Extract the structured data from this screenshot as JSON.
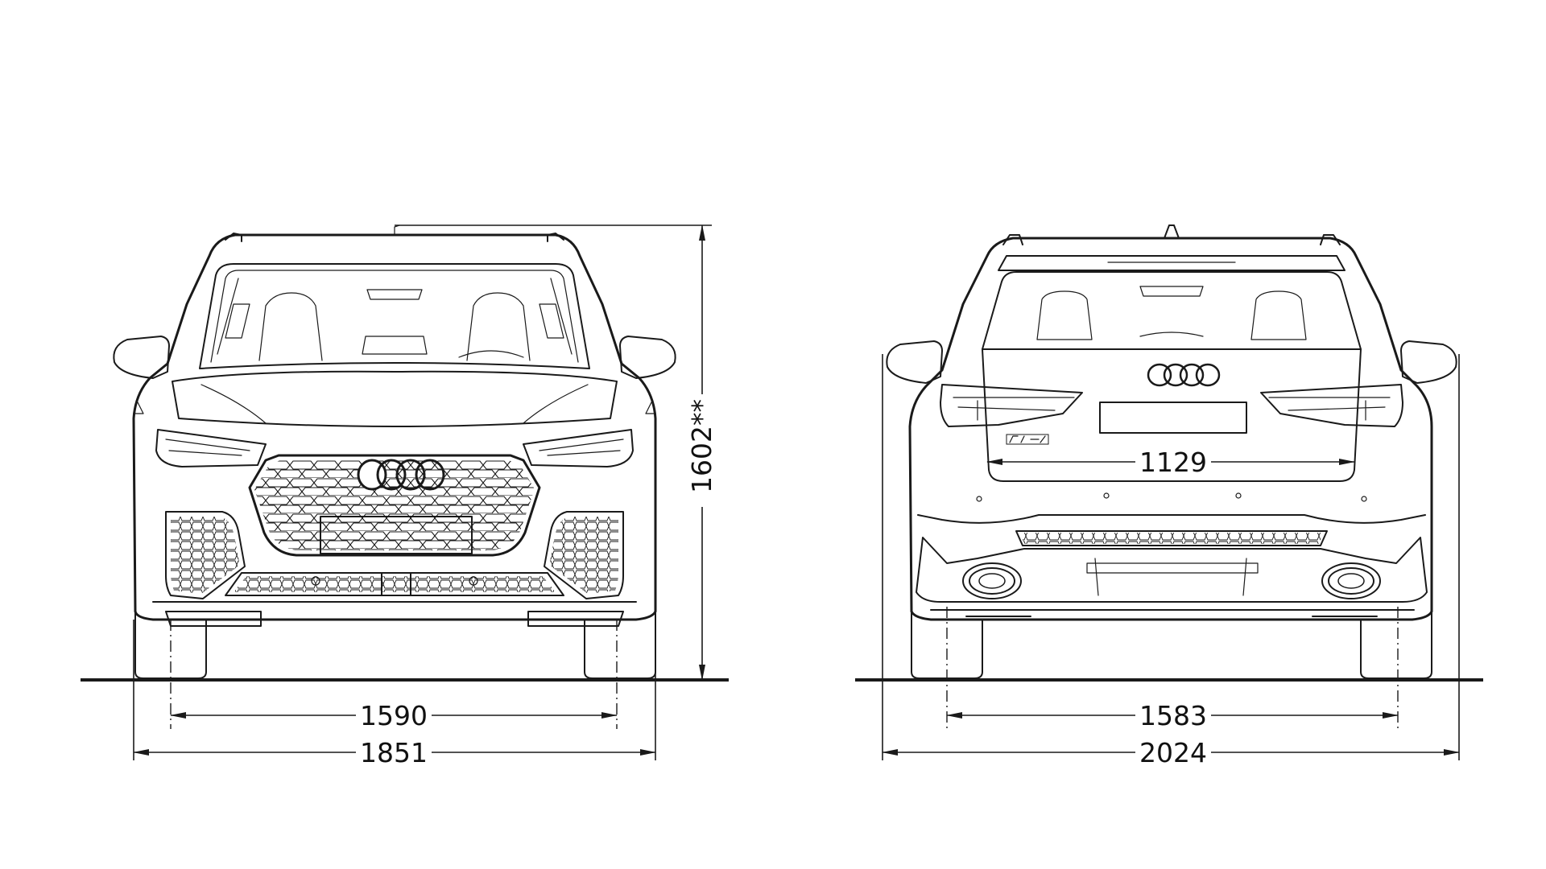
{
  "diagram": {
    "front_view": {
      "height_label": "1602**",
      "track_label": "1590",
      "width_label": "1851"
    },
    "rear_view": {
      "boot_opening_label": "1129",
      "track_label": "1583",
      "width_mirrors_label": "2024",
      "badge_label": "RS Q3"
    },
    "colors": {
      "line": "#1a1a1a",
      "background": "#ffffff"
    },
    "icons": [
      "four-rings-logo",
      "hexagon-grille",
      "arrowhead"
    ]
  }
}
